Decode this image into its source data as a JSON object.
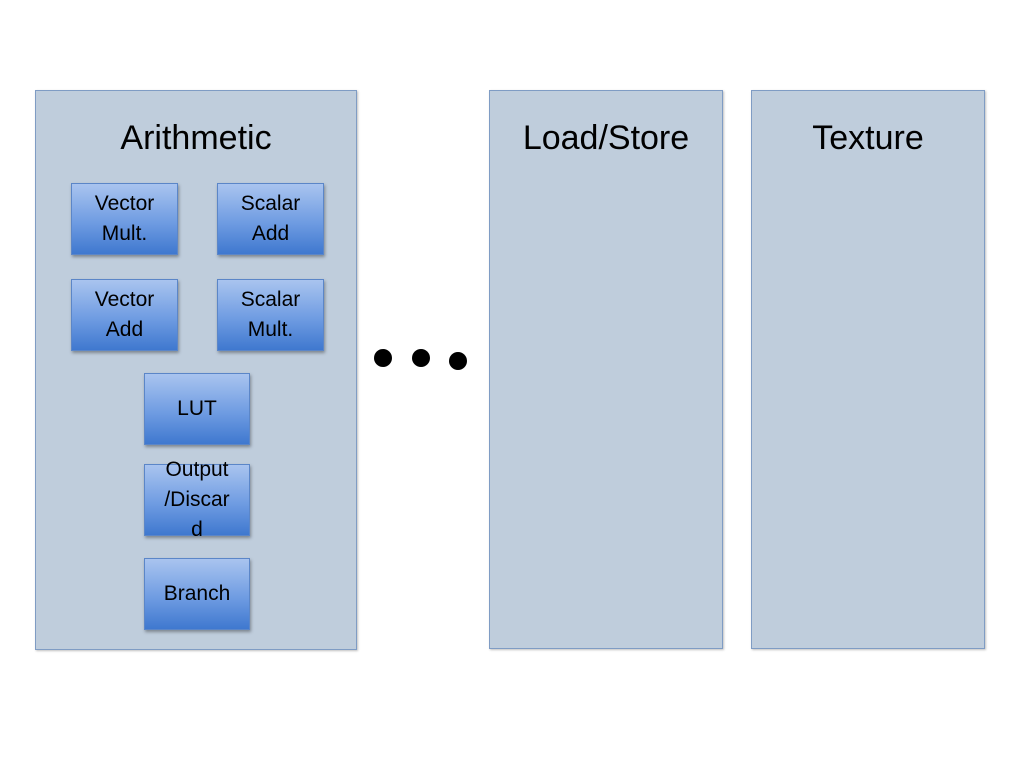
{
  "panels": {
    "arithmetic": {
      "title": "Arithmetic",
      "units": {
        "vector_mult": "Vector\nMult.",
        "scalar_add": "Scalar\nAdd",
        "vector_add": "Vector\nAdd",
        "scalar_mult": "Scalar\nMult.",
        "lut": "LUT",
        "output_discard": "Output\n/Discar\nd",
        "branch": "Branch"
      }
    },
    "load_store": {
      "title": "Load/Store"
    },
    "texture": {
      "title": "Texture"
    }
  },
  "ellipsis": {
    "dot_count": 3
  },
  "colors": {
    "panel_fill": "#bfcddc",
    "panel_border": "#7f9cc4",
    "unit_gradient_top": "#a9c4ef",
    "unit_gradient_bottom": "#3f78cf"
  }
}
